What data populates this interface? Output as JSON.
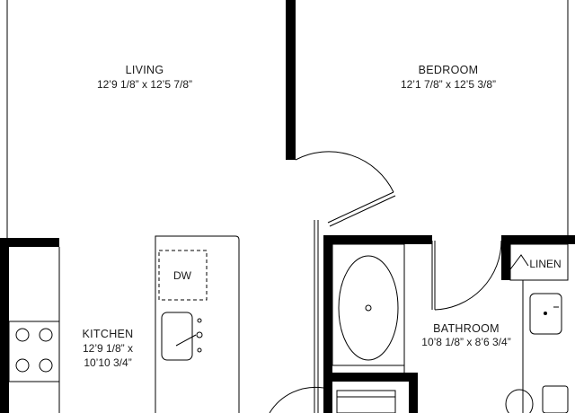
{
  "rooms": {
    "living": {
      "name": "LIVING",
      "dims": "12’9 1/8” x 12’5 7/8”"
    },
    "bedroom": {
      "name": "BEDROOM",
      "dims": "12’1 7/8” x 12’5 3/8”"
    },
    "kitchen": {
      "name": "KITCHEN",
      "dims_line1": "12’9 1/8” x",
      "dims_line2": "10’10 3/4”"
    },
    "bathroom": {
      "name": "BATHROOM",
      "dims": "10’8 1/8” x 8’6 3/4”"
    },
    "linen": {
      "name": "LINEN"
    }
  },
  "fixtures": {
    "dishwasher": "DW"
  },
  "colors": {
    "walls": "#000000",
    "lines": "#000000",
    "background": "#ffffff"
  }
}
